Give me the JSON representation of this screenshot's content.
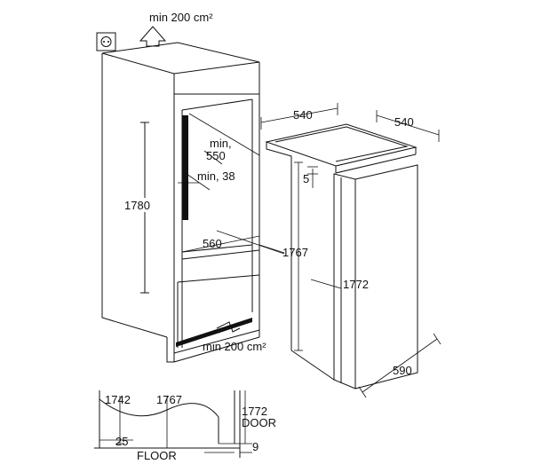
{
  "labels": {
    "vent_top": "min 200 cm²",
    "vent_bottom": "min 200 cm²",
    "depth_niche_top": "540",
    "width_appliance_top": "540",
    "niche_min_1": "min,",
    "niche_min_2": "550",
    "gap_min": "min, 38",
    "niche_height": "1780",
    "niche_width": "560",
    "niche_clear_height": "1767",
    "gap_5": "5",
    "appliance_height": "1772",
    "appliance_depth": "590",
    "detail_1742": "1742",
    "detail_1767": "1767",
    "detail_1772": "1772",
    "detail_door": "DOOR",
    "detail_25": "25",
    "detail_9": "9",
    "detail_floor": "FLOOR"
  },
  "icons": {
    "socket": "power-socket-icon",
    "vent_arrow": "airflow-arrow-icon"
  }
}
